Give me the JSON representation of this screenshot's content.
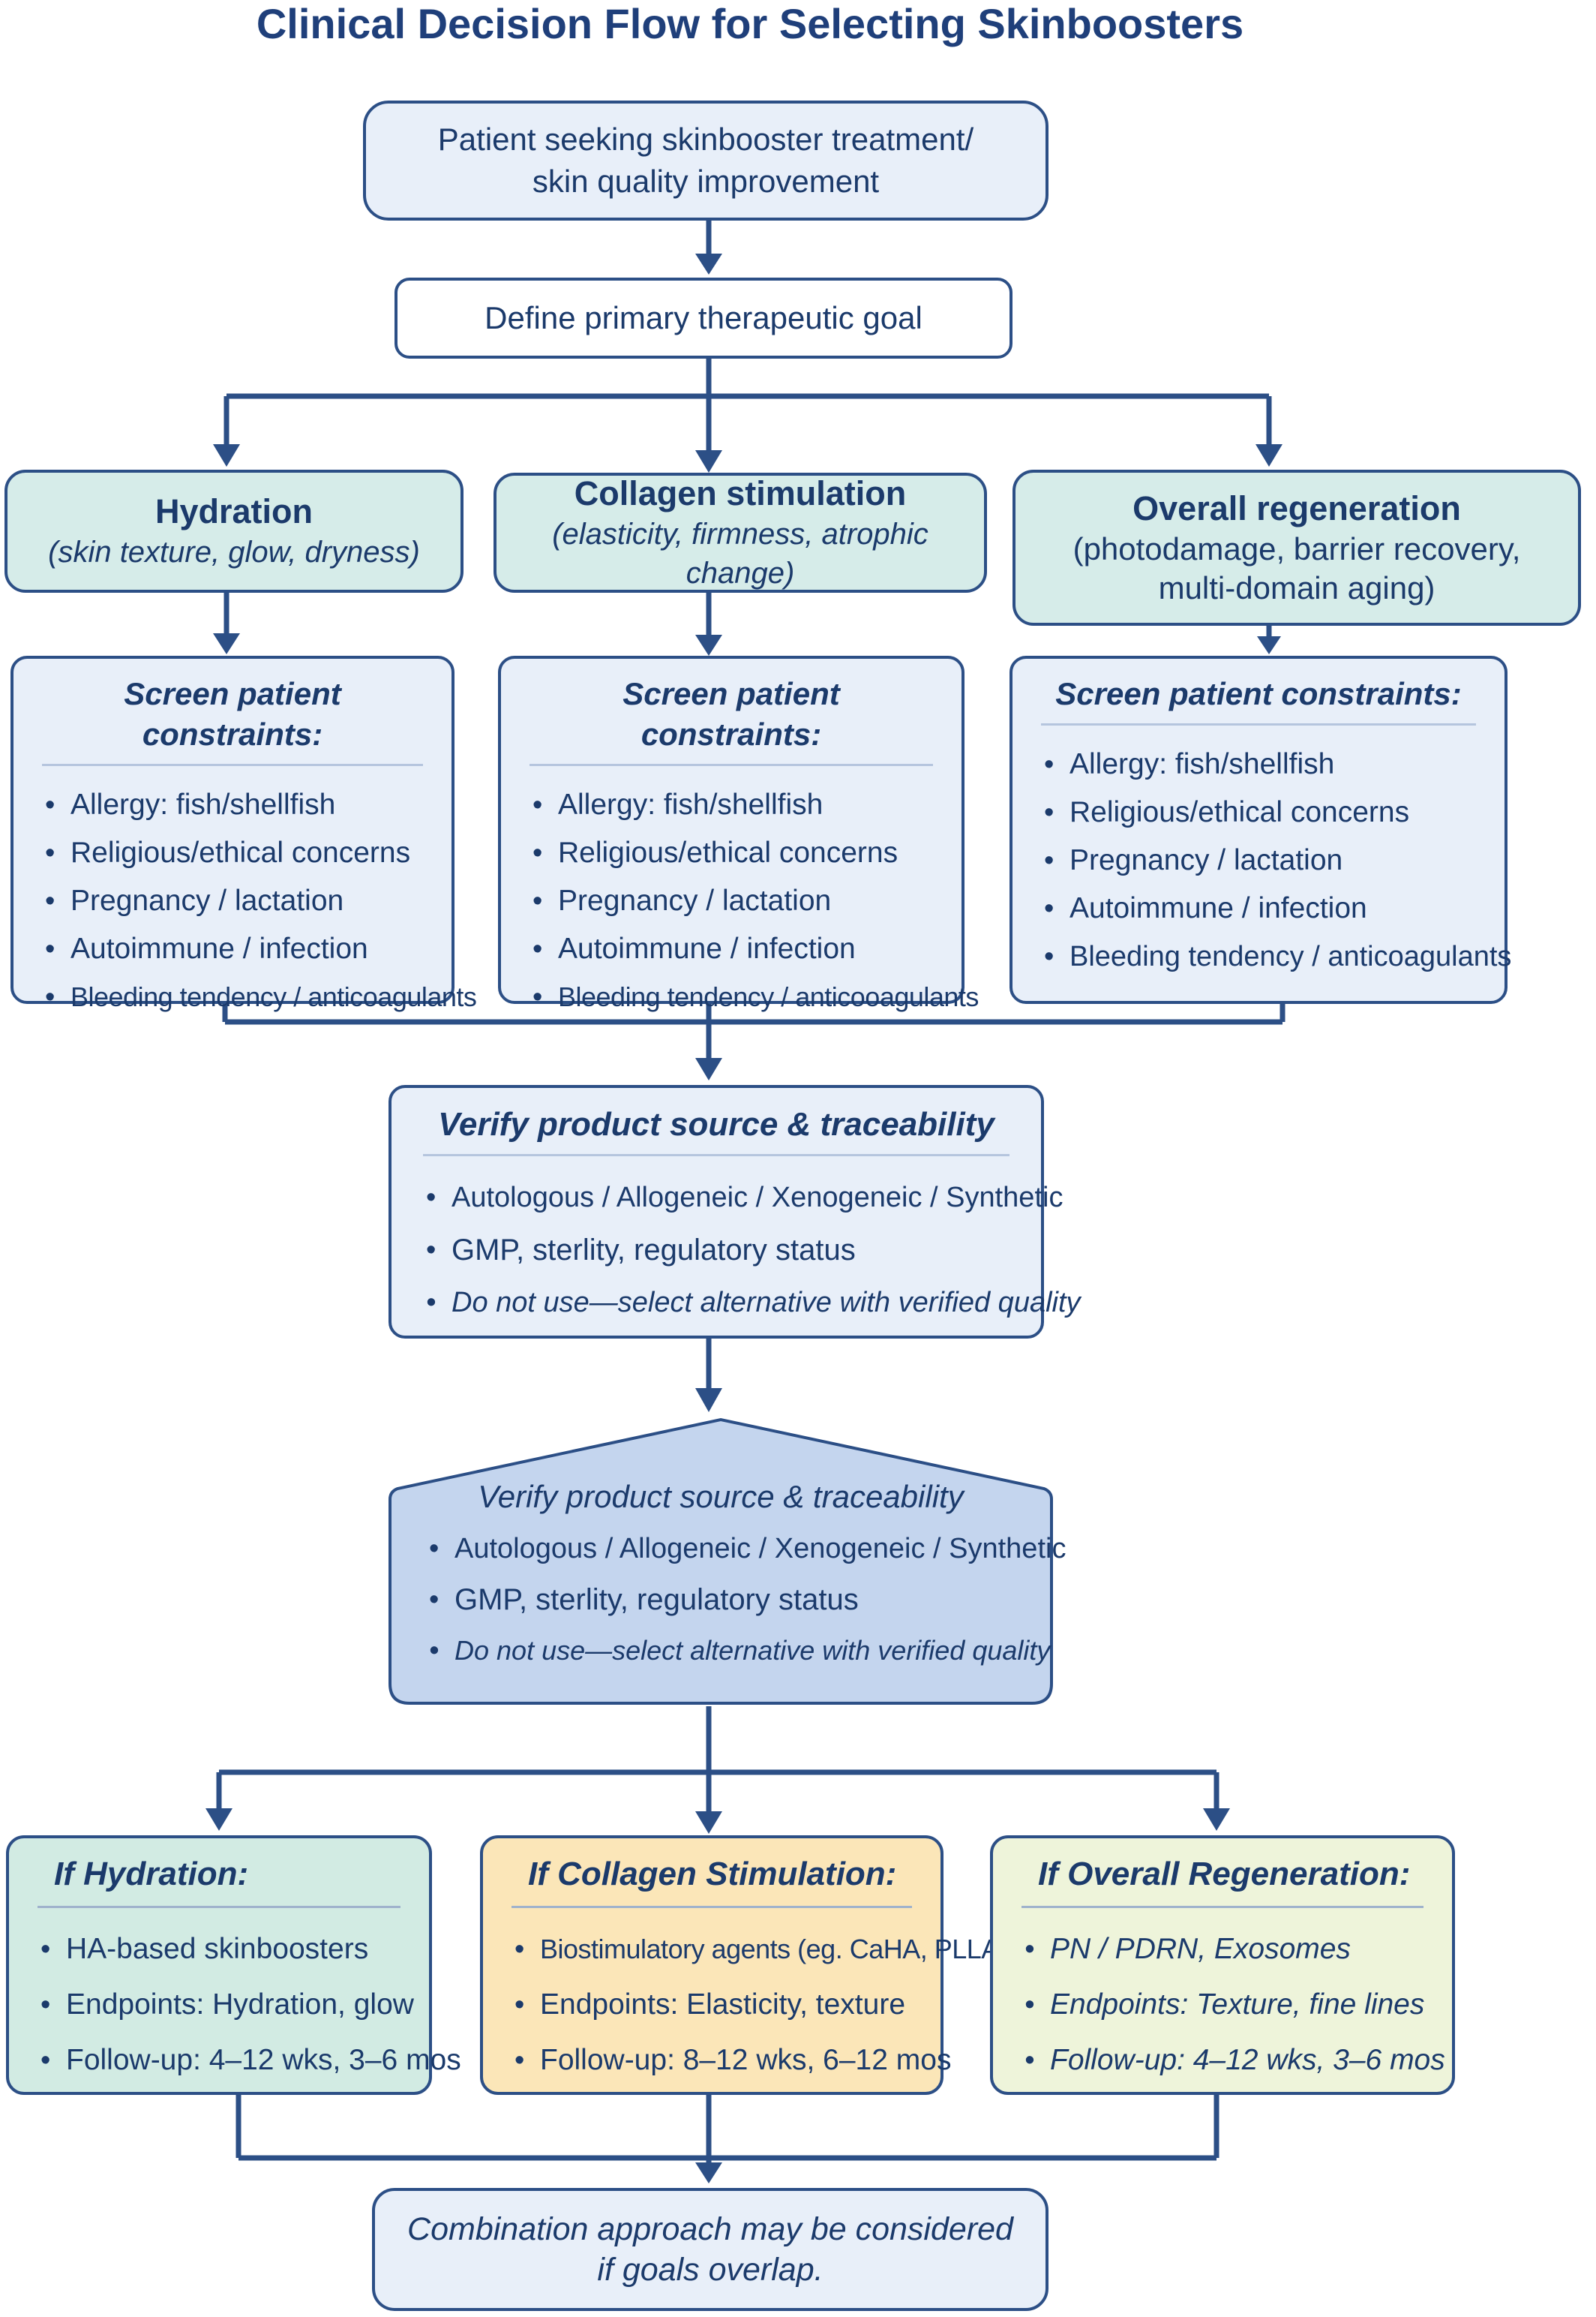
{
  "title": "Clinical Decision Flow for Selecting Skinboosters",
  "start": {
    "line1": "Patient seeking skinbooster treatment/",
    "line2": "skin quality improvement"
  },
  "define_goal": "Define primary therapeutic goal",
  "goals": [
    {
      "heading": "Hydration",
      "lines": [
        "(skin texture, glow, dryness)"
      ]
    },
    {
      "heading": "Collagen stimulation",
      "lines": [
        "(elasticity, firmness, atrophic change)"
      ]
    },
    {
      "heading": "Overall regeneration",
      "lines": [
        "(photodamage, barrier recovery,",
        "multi-domain aging)"
      ]
    }
  ],
  "constraints": {
    "heading": "Screen patient constraints:",
    "items": [
      "Allergy: fish/shellfish",
      "Religious/ethical concerns",
      "Pregnancy / lactation",
      "Autoimmune / infection"
    ],
    "last_items": [
      "Bleeding tendency / anticoagulants",
      "Bleeding tendency / anticooagulants",
      "Bleeding tendency / anticoagulants"
    ]
  },
  "verify1": {
    "heading": "Verify product source & traceability",
    "items": [
      "Autologous / Allogeneic / Xenogeneic / Synthetic",
      "GMP, sterlity, regulatory status",
      "Do not use—select alternative with verified quality"
    ]
  },
  "verify2": {
    "heading": "Verify product source & traceability",
    "items": [
      "Autologous / Allogeneic / Xenogeneic / Synthetic",
      "GMP, sterlity, regulatory status",
      "Do not use—select alternative with verified quality"
    ]
  },
  "results": [
    {
      "heading": "If Hydration:",
      "items": [
        "HA-based skinboosters",
        "Endpoints: Hydration, glow",
        "Follow-up: 4–12 wks, 3–6 mos"
      ]
    },
    {
      "heading": "If Collagen Stimulation:",
      "items": [
        "Biostimulatory agents (eg. CaHA, PLLA)",
        "Endpoints: Elasticity, texture",
        "Follow-up: 8–12 wks, 6–12 mos"
      ]
    },
    {
      "heading": "If Overall Regeneration:",
      "items": [
        "PN / PDRN, Exosomes",
        "Endpoints: Texture, fine lines",
        "Follow-up: 4–12 wks, 3–6 mos"
      ]
    }
  ],
  "final": {
    "line1": "Combination approach may be considered",
    "line2": "if goals overlap."
  },
  "colors": {
    "line": "#2c4f86",
    "box": "#e8eff9",
    "goal": "#d6ece9",
    "house": "#c4d5ee",
    "hydration": "#d2ebe3",
    "collagen": "#fbe6b8",
    "regeneration": "#eef4da"
  }
}
